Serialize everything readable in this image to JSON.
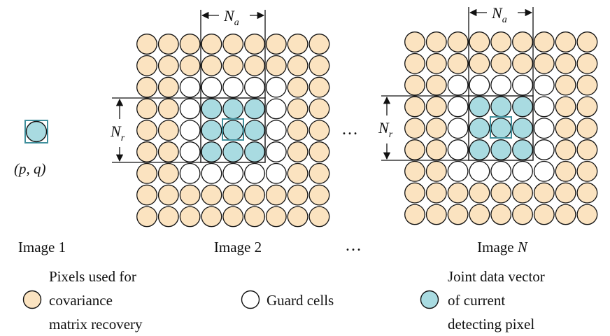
{
  "labels": {
    "image1": "Image 1",
    "image2": "Image 2",
    "imageN_prefix": "Image ",
    "imageN_var": "N",
    "ellipsis": "…",
    "pixel_coord": "(p, q)",
    "na_main": "N",
    "na_sub": "a",
    "nr_main": "N",
    "nr_sub": "r"
  },
  "legend": {
    "items": [
      {
        "type": "covariance",
        "lines": [
          "Pixels used for",
          "covariance",
          "matrix recovery"
        ]
      },
      {
        "type": "guard",
        "lines": [
          "Guard cells"
        ]
      },
      {
        "type": "joint",
        "lines": [
          "Joint data vector",
          "of current",
          "detecting pixel"
        ]
      }
    ]
  },
  "colors": {
    "covariance": "#fbe3c0",
    "guard": "#ffffff",
    "joint": "#a9dbe1",
    "stroke": "#111111",
    "pixel_box": "#3f8f9c"
  },
  "grid": {
    "rows": 9,
    "cols": 9,
    "joint_rows": [
      3,
      5
    ],
    "joint_cols": [
      3,
      5
    ],
    "guard_rows": [
      2,
      6
    ],
    "guard_cols": [
      2,
      6
    ]
  }
}
